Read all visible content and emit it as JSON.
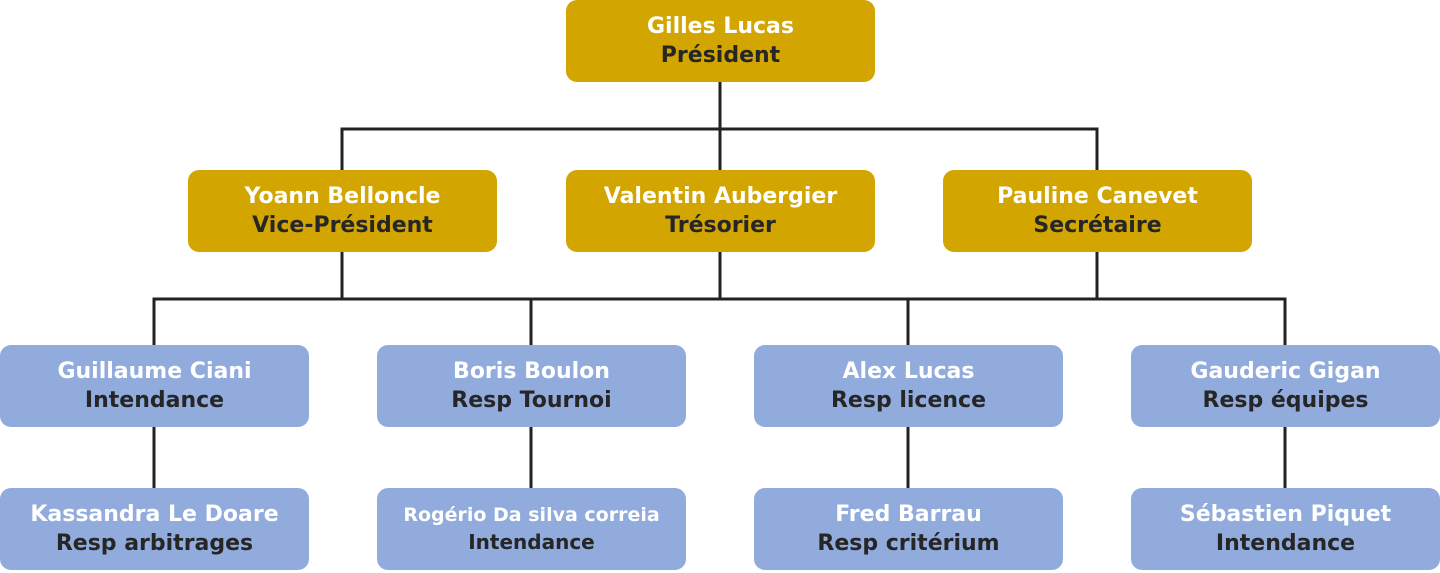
{
  "colors": {
    "level_top": "#d3a500",
    "level_bottom": "#91abdc",
    "name_text": "#ffffff",
    "role_text": "#262626",
    "connector": "#222222"
  },
  "org": {
    "president": {
      "name": "Gilles Lucas",
      "role": "Président"
    },
    "vice_president": {
      "name": "Yoann Belloncle",
      "role": "Vice-Président"
    },
    "treasurer": {
      "name": "Valentin Aubergier",
      "role": "Trésorier"
    },
    "secretary": {
      "name": "Pauline Canevet",
      "role": "Secrétaire"
    },
    "team_1": {
      "name": "Guillaume Ciani",
      "role": "Intendance"
    },
    "team_2": {
      "name": "Boris Boulon",
      "role": "Resp Tournoi"
    },
    "team_3": {
      "name": "Alex Lucas",
      "role": "Resp licence"
    },
    "team_4": {
      "name": "Gauderic Gigan",
      "role": "Resp équipes"
    },
    "sub_1": {
      "name": "Kassandra Le Doare",
      "role": "Resp arbitrages"
    },
    "sub_2": {
      "name": "Rogério Da silva correia",
      "role": "Intendance"
    },
    "sub_3": {
      "name": "Fred Barrau",
      "role": "Resp critérium"
    },
    "sub_4": {
      "name": "Sébastien Piquet",
      "role": "Intendance"
    }
  }
}
